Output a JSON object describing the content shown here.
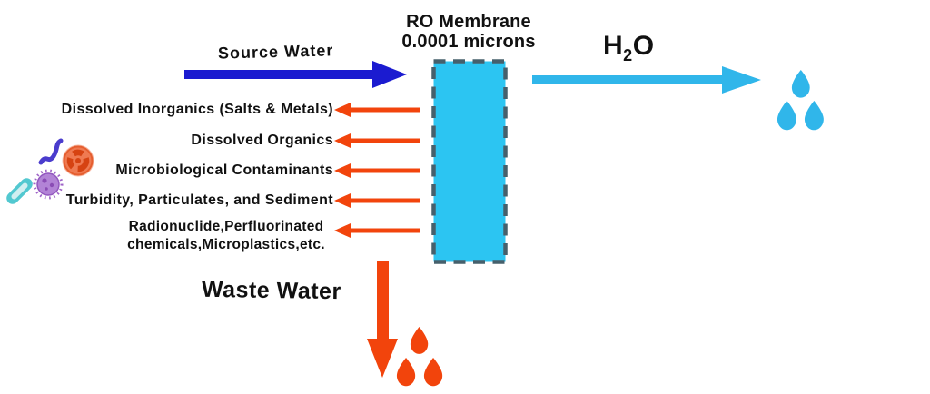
{
  "diagram": {
    "title_line1": "RO Membrane",
    "title_line2": "0.0001 microns",
    "source_label": "Source Water",
    "permeate_h": "H",
    "permeate_sub": "2",
    "permeate_o": "O",
    "waste_label": "Waste Water",
    "contaminants": [
      "Dissolved Inorganics (Salts & Metals)",
      "Dissolved Organics",
      "Microbiological Contaminants",
      "Turbidity, Particulates, and Sediment"
    ],
    "contaminant5_line1": "Radionuclide,Perfluorinated",
    "contaminant5_line2": "chemicals,Microplastics,etc."
  },
  "colors": {
    "source_arrow": "#1b1bd0",
    "permeate": "#30b6ea",
    "membrane_fill": "#2cc5f2",
    "membrane_border": "#46606c",
    "waste": "#f2440c",
    "text": "#111111"
  },
  "icons": {
    "microbes": [
      "worm-icon",
      "protozoa-icon",
      "virus-icon",
      "bacterium-icon"
    ],
    "clean_water": "water-drop-icon",
    "waste_water": "water-drop-icon"
  }
}
